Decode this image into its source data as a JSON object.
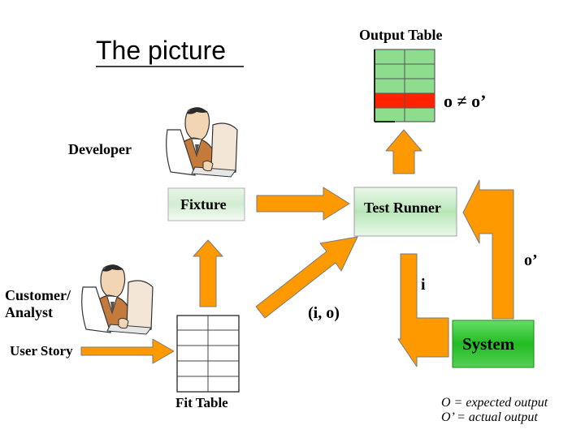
{
  "slide": {
    "title": "The picture",
    "output_table_label": "Output Table",
    "mismatch_label": "o ≠ o’",
    "developer_label": "Developer",
    "fixture_label": "Fixture",
    "test_runner_label": "Test Runner",
    "customer_label_line1": "Customer/",
    "customer_label_line2": "Analyst",
    "user_story_label": "User Story",
    "fit_table_label": "Fit Table",
    "input_label": "i",
    "actual_output_label": "o’",
    "input_output_label": "(i, o)",
    "system_label": "System",
    "legend_line1": "O = expected output",
    "legend_line2": "O’ = actual output"
  },
  "colors": {
    "arrow_orange": "#FF9900",
    "arrow_stroke": "#7a7a7a",
    "table_green": "#8EDC8E",
    "table_red": "#FF2200",
    "fixture_fill": "#d2ecd2",
    "runner_fill": "#c4ecc4",
    "system_fill": "#33CC33"
  },
  "icons": {
    "developer": "person-at-computer-clipart",
    "customer": "person-at-computer-clipart"
  }
}
